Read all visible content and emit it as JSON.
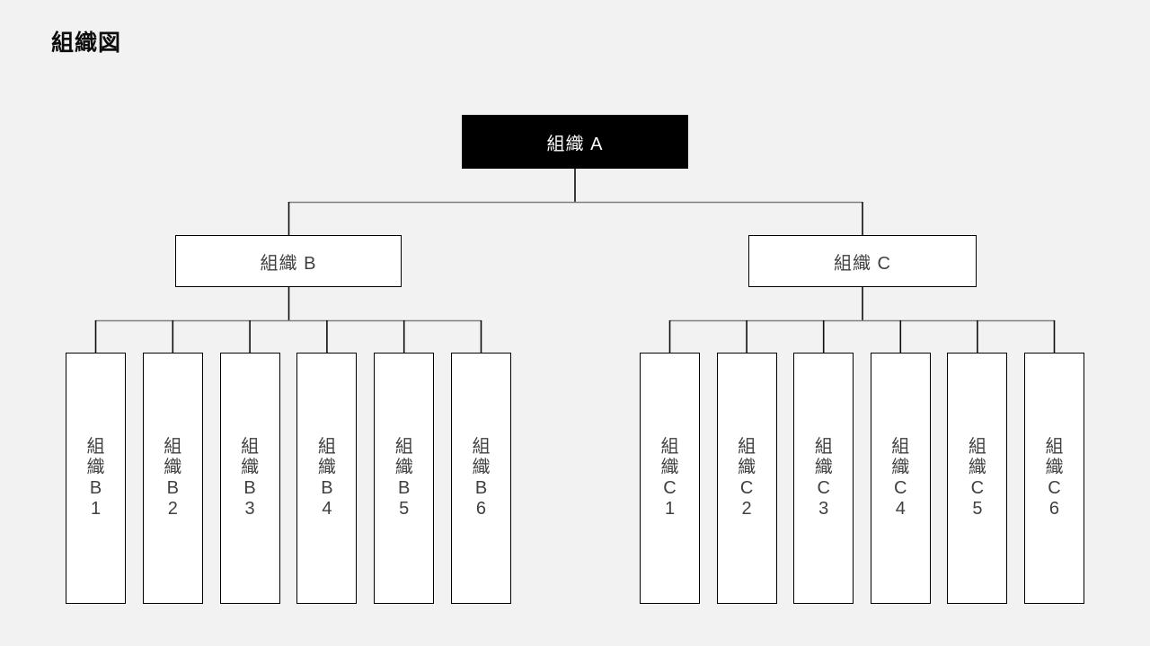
{
  "page": {
    "title": "組織図",
    "background_color": "#f2f2f2"
  },
  "org_chart": {
    "root": {
      "label": "組織 A",
      "fill_color": "#000000",
      "text_color": "#ffffff"
    },
    "branches": [
      {
        "label": "組織 B",
        "children": [
          {
            "label": "組織B1"
          },
          {
            "label": "組織B2"
          },
          {
            "label": "組織B3"
          },
          {
            "label": "組織B4"
          },
          {
            "label": "組織B5"
          },
          {
            "label": "組織B6"
          }
        ]
      },
      {
        "label": "組織 C",
        "children": [
          {
            "label": "組織C1"
          },
          {
            "label": "組織C2"
          },
          {
            "label": "組織C3"
          },
          {
            "label": "組織C4"
          },
          {
            "label": "組織C5"
          },
          {
            "label": "組織C6"
          }
        ]
      }
    ],
    "colors": {
      "box_fill": "#ffffff",
      "box_border": "#000000",
      "label_text": "#404040",
      "connector_vertical": "#0d0d0d",
      "connector_horizontal": "#7f7f7f"
    }
  }
}
